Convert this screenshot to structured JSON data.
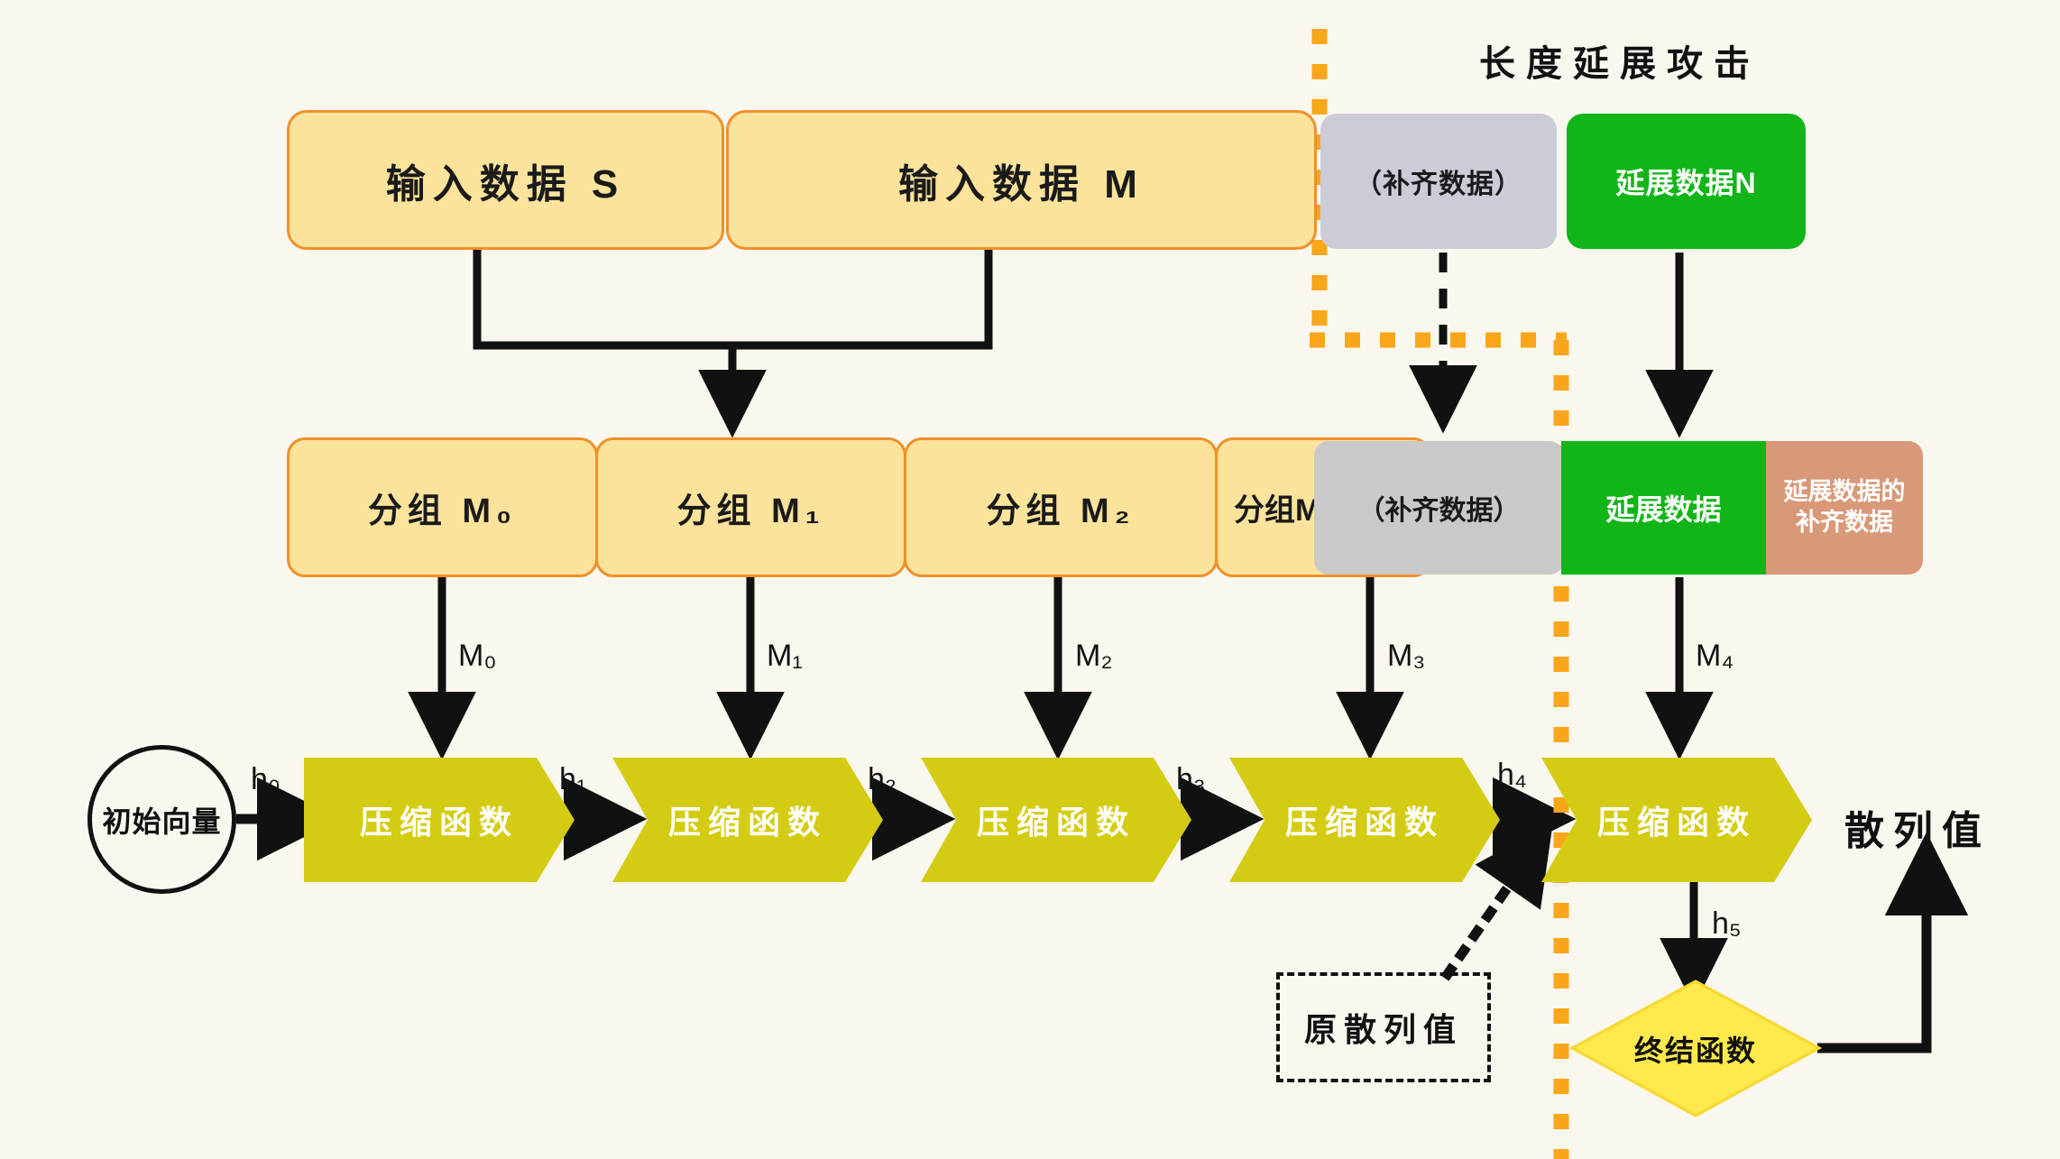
{
  "title": "长度延展攻击",
  "colors": {
    "background": "#faf7ef",
    "data_fill": "#fbe39b",
    "data_border": "#f0902a",
    "padding_fill": "#ccccd8",
    "padding_fill2": "#c9c9c9",
    "extension_green": "#12b518",
    "extension_padding_salmon": "#d99878",
    "compress_olive": "#d4cc12",
    "finalize_yellow": "#ffe94d",
    "boundary_orange": "#faa61a",
    "stroke_black": "#111111"
  },
  "top_row": {
    "input_s": "输入数据 S",
    "input_m": "输入数据 M",
    "padding": "（补齐数据）",
    "extension": "延展数据N"
  },
  "middle_row": {
    "blocks": [
      "分组 M₀",
      "分组 M₁",
      "分组 M₂",
      "分组M₃"
    ],
    "padding": "（补齐数据）",
    "extension": "延展数据",
    "extension_padding_line1": "延展数据的",
    "extension_padding_line2": "补齐数据"
  },
  "message_labels": [
    "M₀",
    "M₁",
    "M₂",
    "M₃",
    "M₄"
  ],
  "chain_labels": [
    "h₀",
    "h₁",
    "h₂",
    "h₃",
    "h₄",
    "h₅"
  ],
  "bottom_row": {
    "iv": "初始向量",
    "compress": "压缩函数",
    "compress_count": 5,
    "finalize": "终结函数",
    "hash_output": "散列值",
    "original_hash": "原散列值"
  }
}
